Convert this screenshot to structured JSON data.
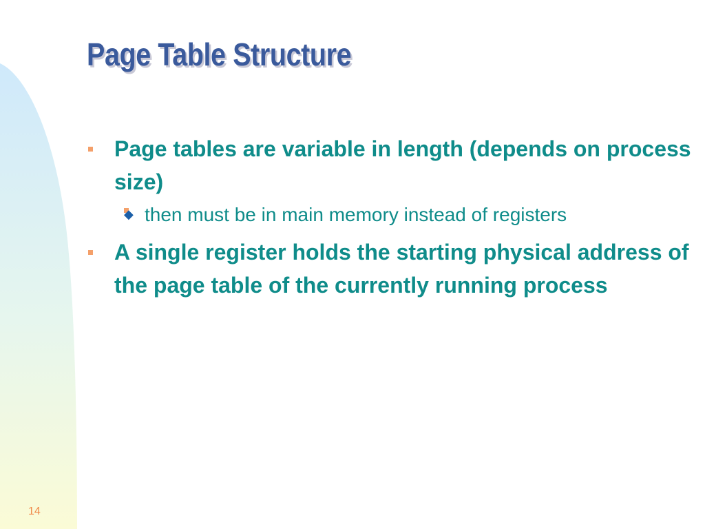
{
  "slide": {
    "title": "Page Table Structure",
    "page_number": "14",
    "bullets": [
      {
        "text": "Page tables are variable in length (depends on process size)",
        "sub": [
          "then must be in main memory instead of registers"
        ]
      },
      {
        "text": "A single register holds the starting physical address of the page table of the currently running process",
        "sub": []
      }
    ]
  },
  "colors": {
    "title": "#3a5a9c",
    "bullet_text": "#0f8c8a",
    "bullet_marker": "#f4a06a",
    "sub_marker": "#1b5fa8",
    "page_number": "#f08a4a"
  }
}
